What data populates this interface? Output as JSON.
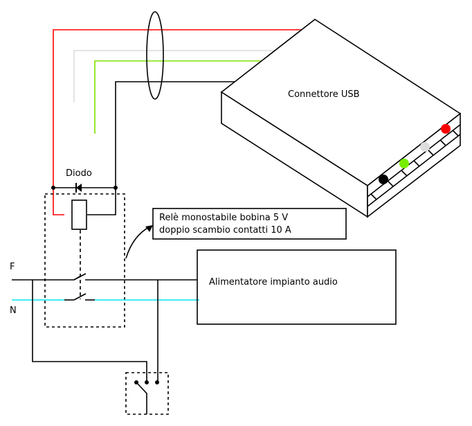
{
  "labels": {
    "usb_connector": "Connettore USB",
    "diode": "Diodo",
    "relay_line1": "Relè monostabile bobina 5 V",
    "relay_line2": "doppio scambio contatti 10 A",
    "power_supply": "Alimentatore impianto audio",
    "phase": "F",
    "neutral": "N"
  },
  "colors": {
    "wire_red": "#ff0000",
    "wire_white": "#dcdcdc",
    "wire_green": "#80e000",
    "wire_black": "#000000",
    "neutral_line": "#00e5ee"
  },
  "usb_pins": [
    {
      "name": "black-pin",
      "color": "#000000"
    },
    {
      "name": "green-pin",
      "color": "#77ee00"
    },
    {
      "name": "white-pin",
      "color": "#dddddd"
    },
    {
      "name": "red-pin",
      "color": "#ff0000"
    }
  ]
}
